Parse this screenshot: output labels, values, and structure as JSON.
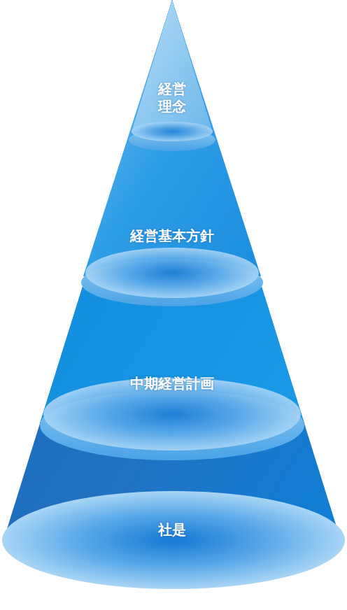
{
  "diagram": {
    "nodes": [
      {
        "text": [
          "経営 理念"
        ]
      },
      {
        "text": [
          "経営基本方針"
        ]
      },
      {
        "text": [
          "中期経営計画"
        ]
      },
      {
        "text": [
          "社是"
        ]
      }
    ]
  }
}
